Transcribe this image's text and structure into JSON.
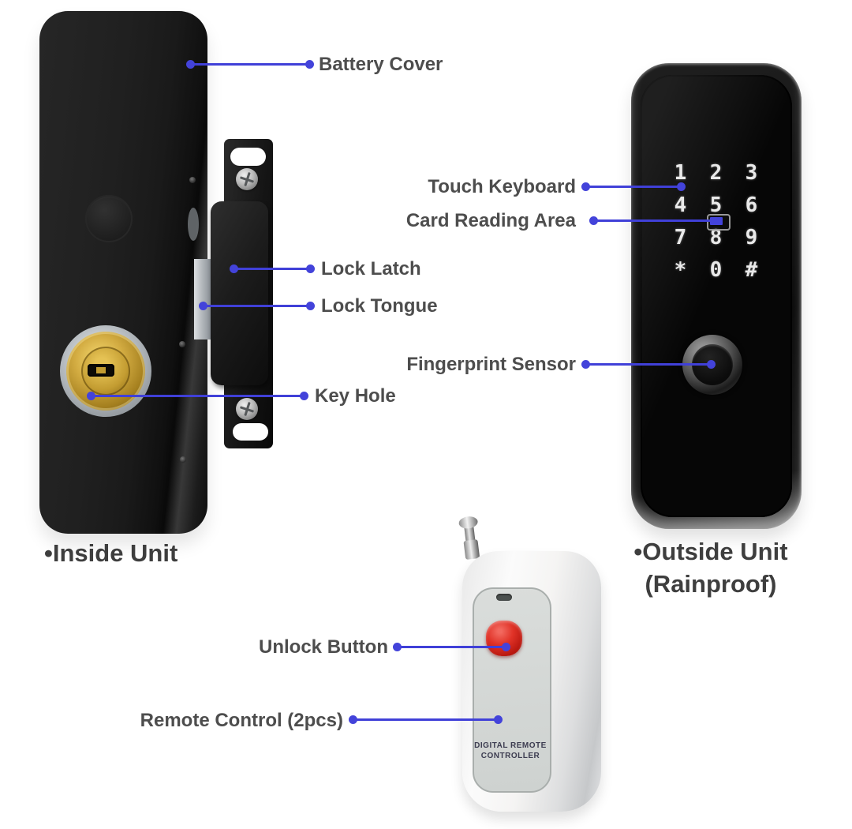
{
  "colors": {
    "leader_blue": "#4040d8",
    "label_gray": "#4d4d4d",
    "unit_label_gray": "#3e3e3e",
    "brass_gold": "#c9a43d",
    "unlock_button_red": "#d92c22",
    "device_black": "#141414",
    "remote_white": "#f4f4f4"
  },
  "callouts": {
    "battery_cover": "Battery Cover",
    "lock_latch": "Lock Latch",
    "lock_tongue": "Lock Tongue",
    "key_hole": "Key Hole",
    "touch_keyboard": "Touch Keyboard",
    "card_reading_area": "Card Reading Area",
    "fingerprint_sensor": "Fingerprint Sensor",
    "unlock_button": "Unlock Button",
    "remote_control": "Remote Control (2pcs)"
  },
  "units": {
    "inside": "•Inside Unit",
    "outside": "•Outside Unit",
    "outside_sub": "(Rainproof)"
  },
  "keypad": {
    "keys": [
      "1",
      "2",
      "3",
      "4",
      "5",
      "6",
      "7",
      "8",
      "9",
      "*",
      "0",
      "#"
    ]
  },
  "remote": {
    "brand_line1": "DIGITAL REMOTE",
    "brand_line2": "CONTROLLER"
  }
}
